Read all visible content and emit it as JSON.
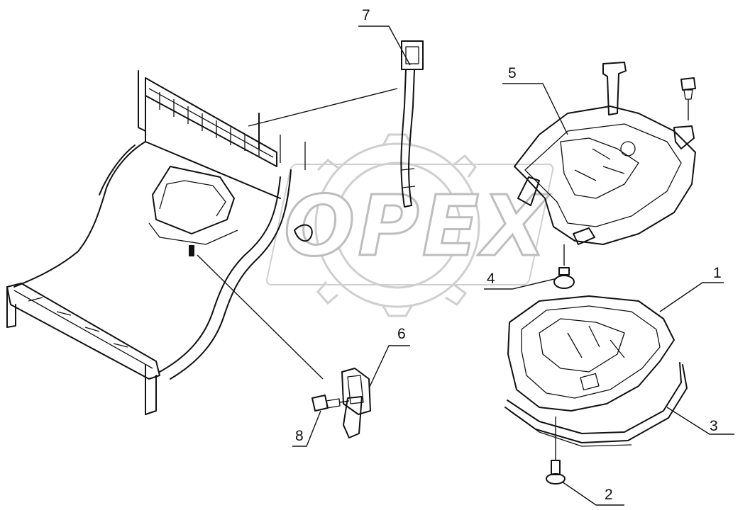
{
  "watermark": {
    "text": "OPEX"
  },
  "callouts": [
    {
      "id": "1",
      "label": "1",
      "part": "lower-cover"
    },
    {
      "id": "2",
      "label": "2",
      "part": "mount-bolt-bottom"
    },
    {
      "id": "3",
      "label": "3",
      "part": "seal-gasket"
    },
    {
      "id": "4",
      "label": "4",
      "part": "rubber-stop"
    },
    {
      "id": "5",
      "label": "5",
      "part": "upper-tray"
    },
    {
      "id": "6",
      "label": "6",
      "part": "latch-clip"
    },
    {
      "id": "7",
      "label": "7",
      "part": "hold-down-strap"
    },
    {
      "id": "8",
      "label": "8",
      "part": "latch-bolt"
    }
  ],
  "colors": {
    "line": "#111111",
    "watermark": "#c8c8c8",
    "background": "#ffffff"
  }
}
